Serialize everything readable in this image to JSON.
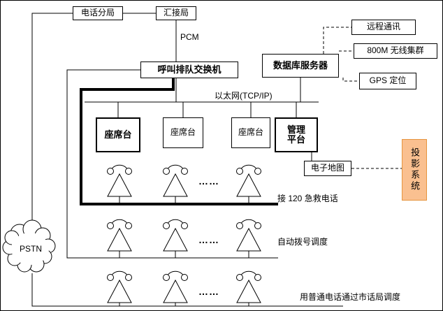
{
  "nodes": {
    "telephone_branch": "电话分局",
    "tandem_office": "汇接局",
    "call_queue_switch": "呼叫排队交换机",
    "database_server": "数据库服务器",
    "remote_comm": "远程通讯",
    "wireless_trunking": "800M 无线集群",
    "gps": "GPS 定位",
    "agent_console_1": "座席台",
    "agent_console_2": "座席台",
    "agent_console_3": "座席台",
    "management_platform": "管理平台",
    "electronic_map": "电子地图",
    "projection_system": "投影系统",
    "pstn": "PSTN"
  },
  "labels": {
    "pcm": "PCM",
    "ethernet": "以太网(TCP/IP)",
    "emergency_120": "接 120 急救电话",
    "auto_dial": "自动拨号调度",
    "ordinary_phone": "用普通电话通过市话局调度",
    "ellipsis_row1": "……",
    "ellipsis_row2": "……",
    "ellipsis_row3": "……"
  },
  "colors": {
    "line": "#000000",
    "projection_fill": "#FAC090",
    "projection_border": "#E6953F"
  }
}
